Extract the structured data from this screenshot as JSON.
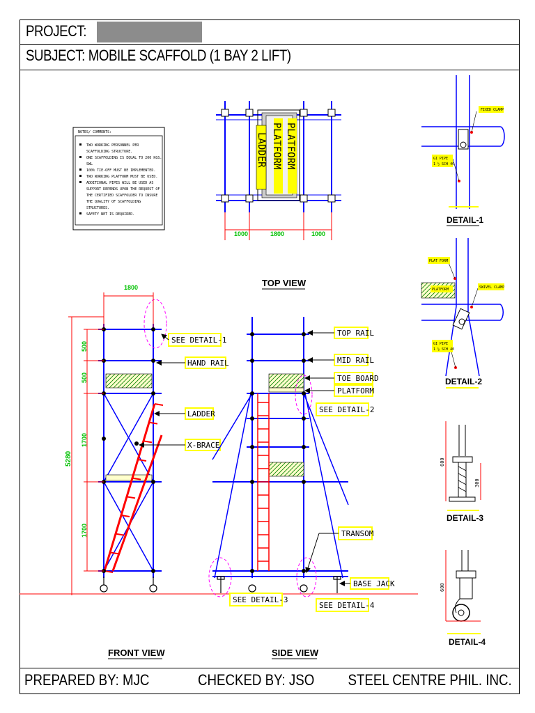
{
  "header": {
    "project_label": "PROJECT:",
    "subject": "SUBJECT: MOBILE SCAFFOLD (1 BAY 2 LIFT)"
  },
  "footer": {
    "prepared": "PREPARED BY: MJC",
    "checked": "CHECKED BY: JSO",
    "company": "STEEL CENTRE PHIL. INC."
  },
  "notes": {
    "heading": "NOTES/ COMMENTS:",
    "items": [
      "TWO WORKING PERSONNEL PER",
      "SCAFFOLDING STRUCTURE.",
      "ONE SCAFFOLDING IS EQUAL TO 200 KGS.",
      "SWL",
      "100% TIE-OFF MUST BE IMPLEMENTED.",
      "TWO WORKING PLATFORM MUST BE USED.",
      "ADDITIONAL PIPES WILL BE USED AS",
      "SUPPORT DEPENDS UPON THE REQUEST OF",
      "THE CERTIFIED SCAFFOLDER TO INSURE",
      "THE QUALITY OF SCAFFOLDING",
      "STRUCTURES.",
      "SAFETY NET IS REQUIRED."
    ]
  },
  "top_view": {
    "title": "TOP VIEW",
    "ladder": "LADDER",
    "platform1": "PLATFORM",
    "platform2": "PLATFORM",
    "dims": [
      "1000",
      "1800",
      "1000"
    ]
  },
  "front_view": {
    "title": "FRONT VIEW",
    "width_dim": "1800",
    "height_dims": [
      "500",
      "500",
      "1700",
      "1700"
    ],
    "total_height": "5280",
    "callouts": [
      "SEE DETAIL-1",
      "HAND RAIL",
      "LADDER",
      "X-BRACE"
    ]
  },
  "side_view": {
    "title": "SIDE VIEW",
    "callouts": [
      "TOP RAIL",
      "MID RAIL",
      "TOE BOARD",
      "PLATFORM",
      "SEE DETAIL-2",
      "TRANSOM",
      "BASE JACK",
      "SEE DETAIL-3",
      "SEE DETAIL-4"
    ]
  },
  "details": {
    "detail1": {
      "title": "DETAIL-1",
      "fixed_clamp": "FIXED CLAMP",
      "gi_pipe": "GI PIPE",
      "gi_size": "1 ½ SCH 40"
    },
    "detail2": {
      "title": "DETAIL-2",
      "platform": "PLAT FORM",
      "platform2": "PLATFORM",
      "swivel_clamp": "SWIVEL CLAMP",
      "gi_pipe": "GI PIPE",
      "gi_size": "1 ½ SCH 40"
    },
    "detail3": {
      "title": "DETAIL-3",
      "dim1": "600",
      "dim2": "300"
    },
    "detail4": {
      "title": "DETAIL-4",
      "dim1": "600"
    }
  },
  "colors": {
    "frame": "#0000ff",
    "ladder": "#ff0000",
    "dims": "#00c000",
    "callout_bg": "#ffff00",
    "highlight": "#ff00ff"
  }
}
